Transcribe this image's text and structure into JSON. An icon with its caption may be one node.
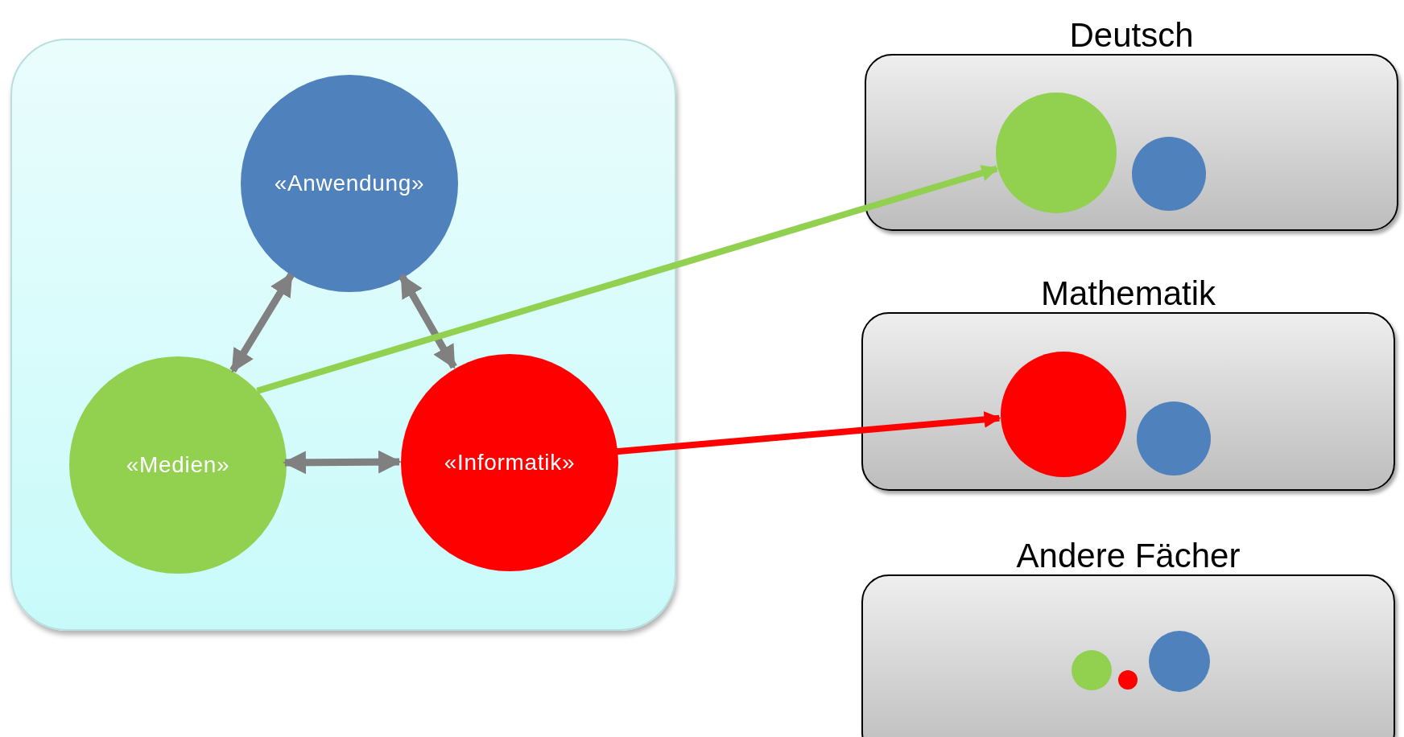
{
  "diagram": {
    "nodes": [
      {
        "text": [],
        "shape": "box"
      },
      {
        "text": [
          "«Anwendung»"
        ],
        "in": 0
      },
      {
        "text": [
          "«Medien»"
        ],
        "in": 0
      },
      {
        "text": [
          "«Informatik»"
        ],
        "in": 0
      },
      {
        "text": [
          "Deutsch"
        ]
      },
      {
        "text": [],
        "shape": "circle",
        "in": 4
      },
      {
        "text": [],
        "shape": "circle",
        "in": 4
      },
      {
        "text": [
          "Mathematik"
        ]
      },
      {
        "text": [],
        "shape": "circle",
        "in": 7
      },
      {
        "text": [],
        "shape": "circle",
        "in": 7
      },
      {
        "text": [
          "Andere Fächer"
        ]
      },
      {
        "text": [],
        "shape": "circle",
        "in": 10
      },
      {
        "text": [],
        "shape": "circle",
        "in": 10
      },
      {
        "text": [],
        "shape": "circle",
        "in": 10
      }
    ],
    "edges": [
      {
        "from": 2,
        "to": 1,
        "arrow": "both"
      },
      {
        "from": 1,
        "to": 3,
        "arrow": "both"
      },
      {
        "from": 2,
        "to": 3,
        "arrow": "both"
      },
      {
        "from": 2,
        "to": 5,
        "arrow": "to",
        "color": "#92d050"
      },
      {
        "from": 3,
        "to": 8,
        "arrow": "to",
        "color": "#ff0000"
      }
    ]
  }
}
